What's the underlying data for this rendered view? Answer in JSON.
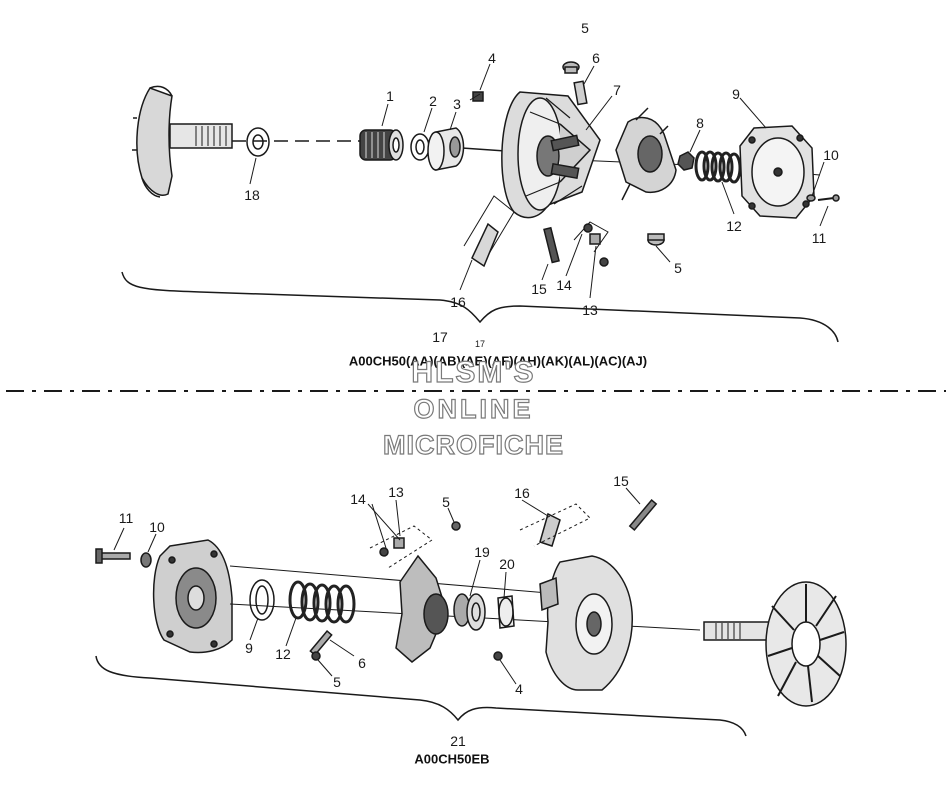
{
  "diagram": {
    "top_callouts": [
      "1",
      "2",
      "3",
      "4",
      "5",
      "6",
      "7",
      "8",
      "9",
      "10",
      "11",
      "5",
      "12",
      "13",
      "14",
      "15",
      "16",
      "17",
      "17",
      "18"
    ],
    "top_model": "A00CH50(AA)(AB)(AE)(AF)(AH)(AK)(AL)(AC)(AJ)",
    "watermark": [
      "HLSM'S",
      "ONLINE",
      "MICROFICHE"
    ],
    "bottom_callouts": [
      "11",
      "10",
      "14",
      "13",
      "5",
      "16",
      "15",
      "19",
      "20",
      "9",
      "12",
      "6",
      "5",
      "4",
      "21"
    ],
    "bottom_model": "A00CH50EB"
  }
}
